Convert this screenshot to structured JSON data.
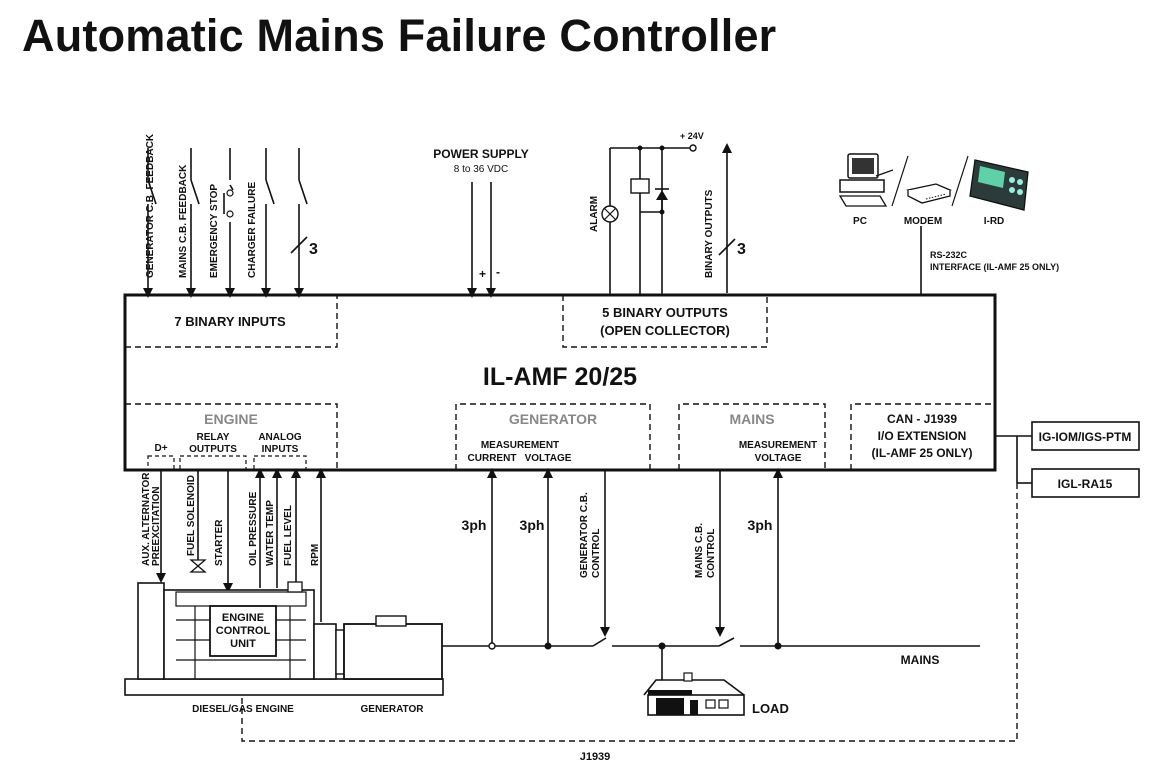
{
  "title": "Automatic Mains Failure Controller",
  "controller": {
    "name": "IL-AMF 20/25",
    "binary_inputs": "7 BINARY INPUTS",
    "binary_outputs": [
      "5 BINARY OUTPUTS",
      "(OPEN COLLECTOR)"
    ],
    "engine_section": "ENGINE",
    "generator_section": "GENERATOR",
    "mains_section": "MAINS",
    "can_section": [
      "CAN - J1939",
      "I/O EXTENSION",
      "(IL-AMF 25 ONLY)"
    ],
    "d_plus": "D+",
    "relay_outputs": [
      "RELAY",
      "OUTPUTS"
    ],
    "analog_inputs": [
      "ANALOG",
      "INPUTS"
    ],
    "gen_measurement": [
      "MEASUREMENT",
      "CURRENT",
      "VOLTAGE"
    ],
    "mains_measurement": [
      "MEASUREMENT",
      "VOLTAGE"
    ]
  },
  "inputs": [
    "GENERATOR C.B. FEEDBACK",
    "MAINS C.B. FEEDBACK",
    "EMERGENCY STOP",
    "CHARGER FAILURE"
  ],
  "input_count": "3",
  "power_supply": [
    "POWER SUPPLY",
    "8 to 36 VDC"
  ],
  "plus": "+",
  "minus": "-",
  "supply_24v": "+ 24V",
  "alarm": "ALARM",
  "binary_outputs_label": "BINARY OUTPUTS",
  "output_count": "3",
  "devices": [
    "PC",
    "MODEM",
    "I-RD"
  ],
  "rs232": [
    "RS-232C",
    "INTERFACE (IL-AMF 25 ONLY)"
  ],
  "extensions": [
    "IG-IOM/IGS-PTM",
    "IGL-RA15"
  ],
  "engine_signals": [
    "AUX. ALTERNATOR",
    "PREEXCITATION",
    "FUEL SOLENOID",
    "STARTER",
    "OIL PRESSURE",
    "WATER TEMP",
    "FUEL LEVEL",
    "RPM"
  ],
  "phase_label": "3ph",
  "gen_cb_control": [
    "GENERATOR C.B.",
    "CONTROL"
  ],
  "mains_cb_control": [
    "MAINS C.B.",
    "CONTROL"
  ],
  "ecu": [
    "ENGINE",
    "CONTROL",
    "UNIT"
  ],
  "engine_label": "DIESEL/GAS ENGINE",
  "generator_label": "GENERATOR",
  "mains_label": "MAINS",
  "load_label": "LOAD",
  "bus_label": "J1939"
}
